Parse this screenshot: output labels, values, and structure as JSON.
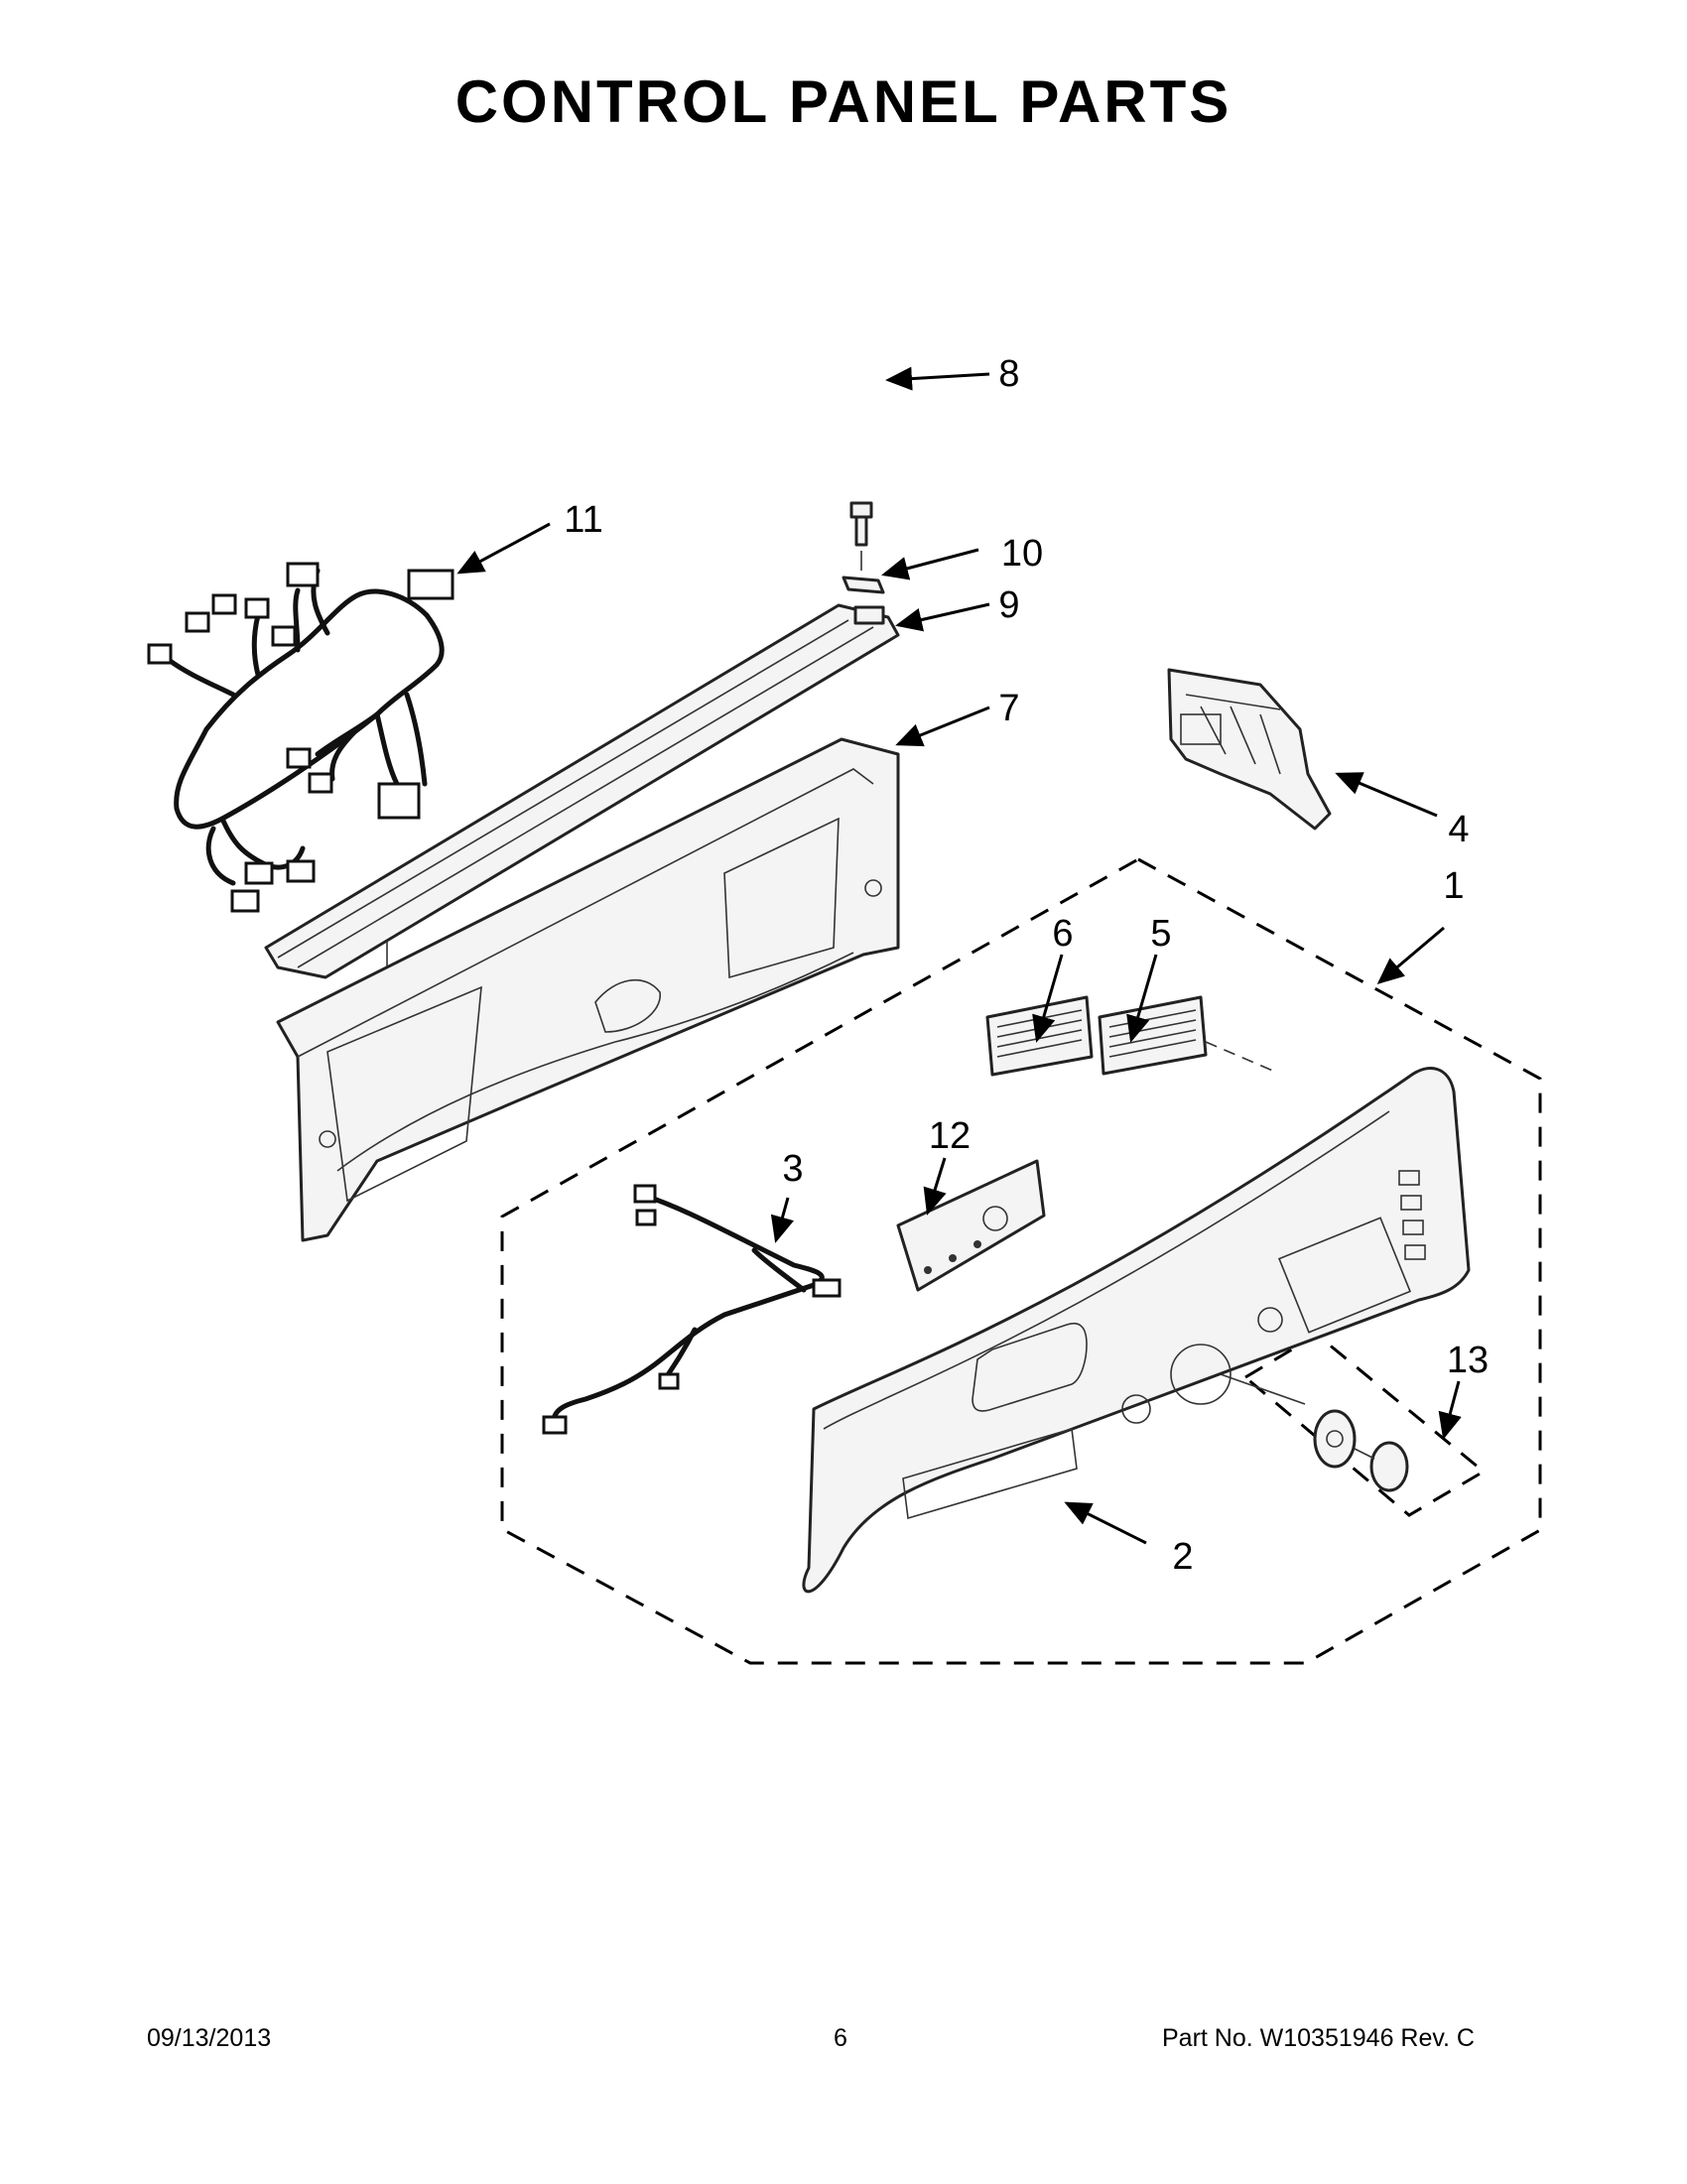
{
  "page": {
    "title": "CONTROL PANEL PARTS"
  },
  "callouts": {
    "c1": "1",
    "c2": "2",
    "c3": "3",
    "c4": "4",
    "c5": "5",
    "c6": "6",
    "c7": "7",
    "c8": "8",
    "c9": "9",
    "c10": "10",
    "c11": "11",
    "c12": "12",
    "c13": "13"
  },
  "footer": {
    "date": "09/13/2013",
    "page_number": "6",
    "part_number": "Part No.  W10351946  Rev.  C"
  }
}
